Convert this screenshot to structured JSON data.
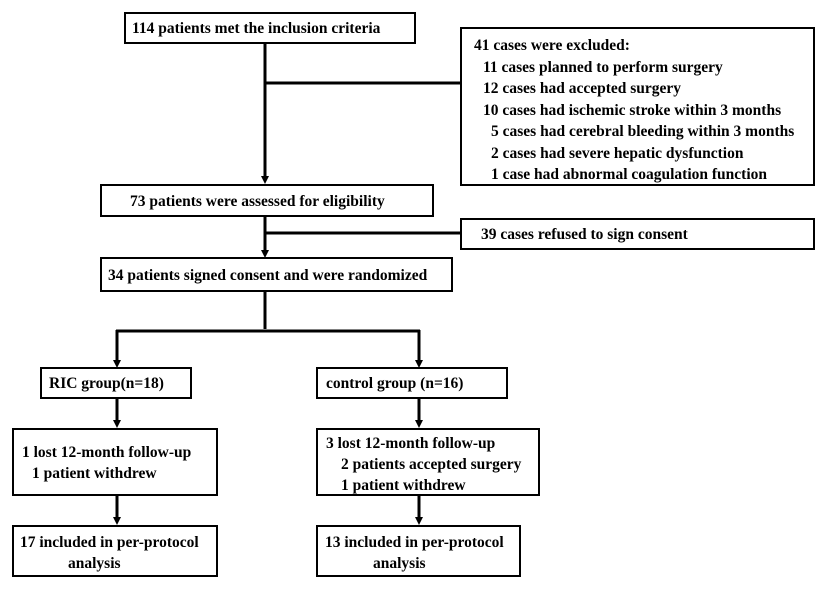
{
  "boxes": {
    "inclusion": "114 patients met the inclusion criteria",
    "excluded": {
      "title": "41 cases were excluded:",
      "items": [
        "11 cases planned to perform surgery",
        "12 cases had accepted surgery",
        "10 cases had ischemic stroke within 3 months",
        "5 cases had cerebral bleeding within 3 months",
        "2 cases had severe hepatic dysfunction",
        "1 case had abnormal coagulation function"
      ]
    },
    "eligibility": "73 patients were assessed for eligibility",
    "refused": "39 cases refused to sign consent",
    "randomized": "34 patients signed consent and were randomized",
    "ric_group": "RIC group(n=18)",
    "control_group": "control group (n=16)",
    "ric_lost": [
      "1 lost 12-month follow-up",
      "1 patient withdrew"
    ],
    "control_lost": [
      "3 lost 12-month follow-up",
      "2 patients accepted surgery",
      "1 patient withdrew"
    ],
    "ric_included": [
      "17  included in per-protocol",
      "analysis"
    ],
    "control_included": [
      "13  included in per-protocol",
      "analysis"
    ]
  }
}
